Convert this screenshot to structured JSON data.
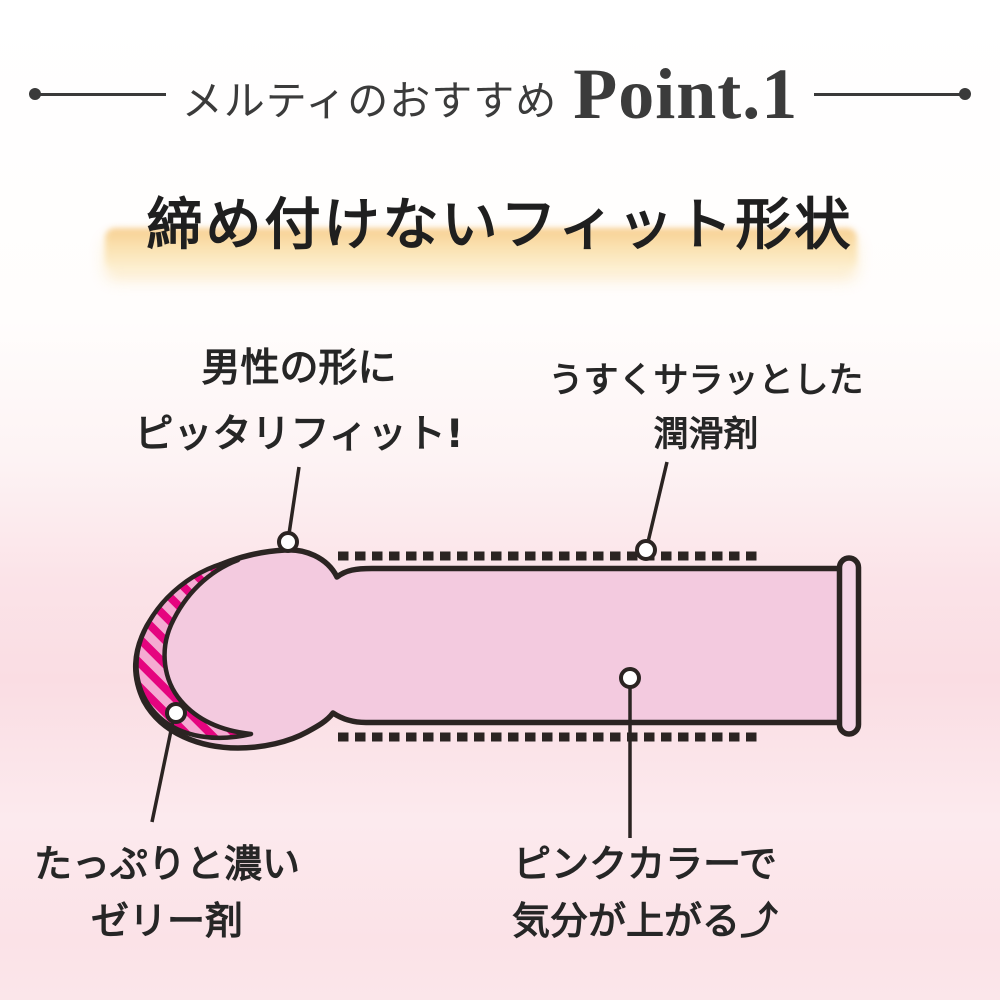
{
  "header": {
    "brand_label": "メルティのおすすめ",
    "point_label": "Point.1"
  },
  "heading": {
    "text": "締め付けないフィット形状"
  },
  "callouts": {
    "fit": {
      "line1": "男性の形に",
      "line2": "ピッタリフィット!"
    },
    "lubricant": {
      "line1": "うすくサラッとした",
      "line2": "潤滑剤"
    },
    "jelly": {
      "line1": "たっぷりと濃い",
      "line2": "ゼリー剤"
    },
    "pink_mood": {
      "line1": "ピンクカラーで",
      "line2": "気分が上がる⤴"
    }
  },
  "illustration": {
    "subject": "condom-side-view-diagram",
    "colors": {
      "body_pink": "#f3cadf",
      "rim_pink": "#f6d7e7",
      "jelly_stripe_magenta": "#e5047f",
      "jelly_stripe_light": "#f5aad2",
      "outline_dark": "#2b2422",
      "heading_highlight": "#f9d89c",
      "background_pink": "#fadde3",
      "text_dark": "#262626"
    }
  }
}
